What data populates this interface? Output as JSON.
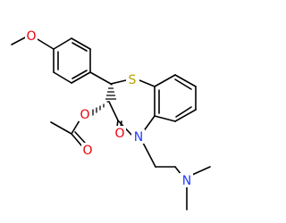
{
  "molecule": {
    "atoms": {
      "O_methoxy": {
        "label": "O",
        "color": "#e8000b"
      },
      "S_ring": {
        "label": "S",
        "color": "#b5a000"
      },
      "O_acetate_ester": {
        "label": "O",
        "color": "#e8000b"
      },
      "O_acetate_carbonyl": {
        "label": "O",
        "color": "#e8000b"
      },
      "O_lactam_carbonyl": {
        "label": "O",
        "color": "#e8000b"
      },
      "N_ring": {
        "label": "N",
        "color": "#1f3cff"
      },
      "N_amine": {
        "label": "N",
        "color": "#1f3cff"
      }
    },
    "bond_color": "#000000",
    "background": "#ffffff"
  }
}
